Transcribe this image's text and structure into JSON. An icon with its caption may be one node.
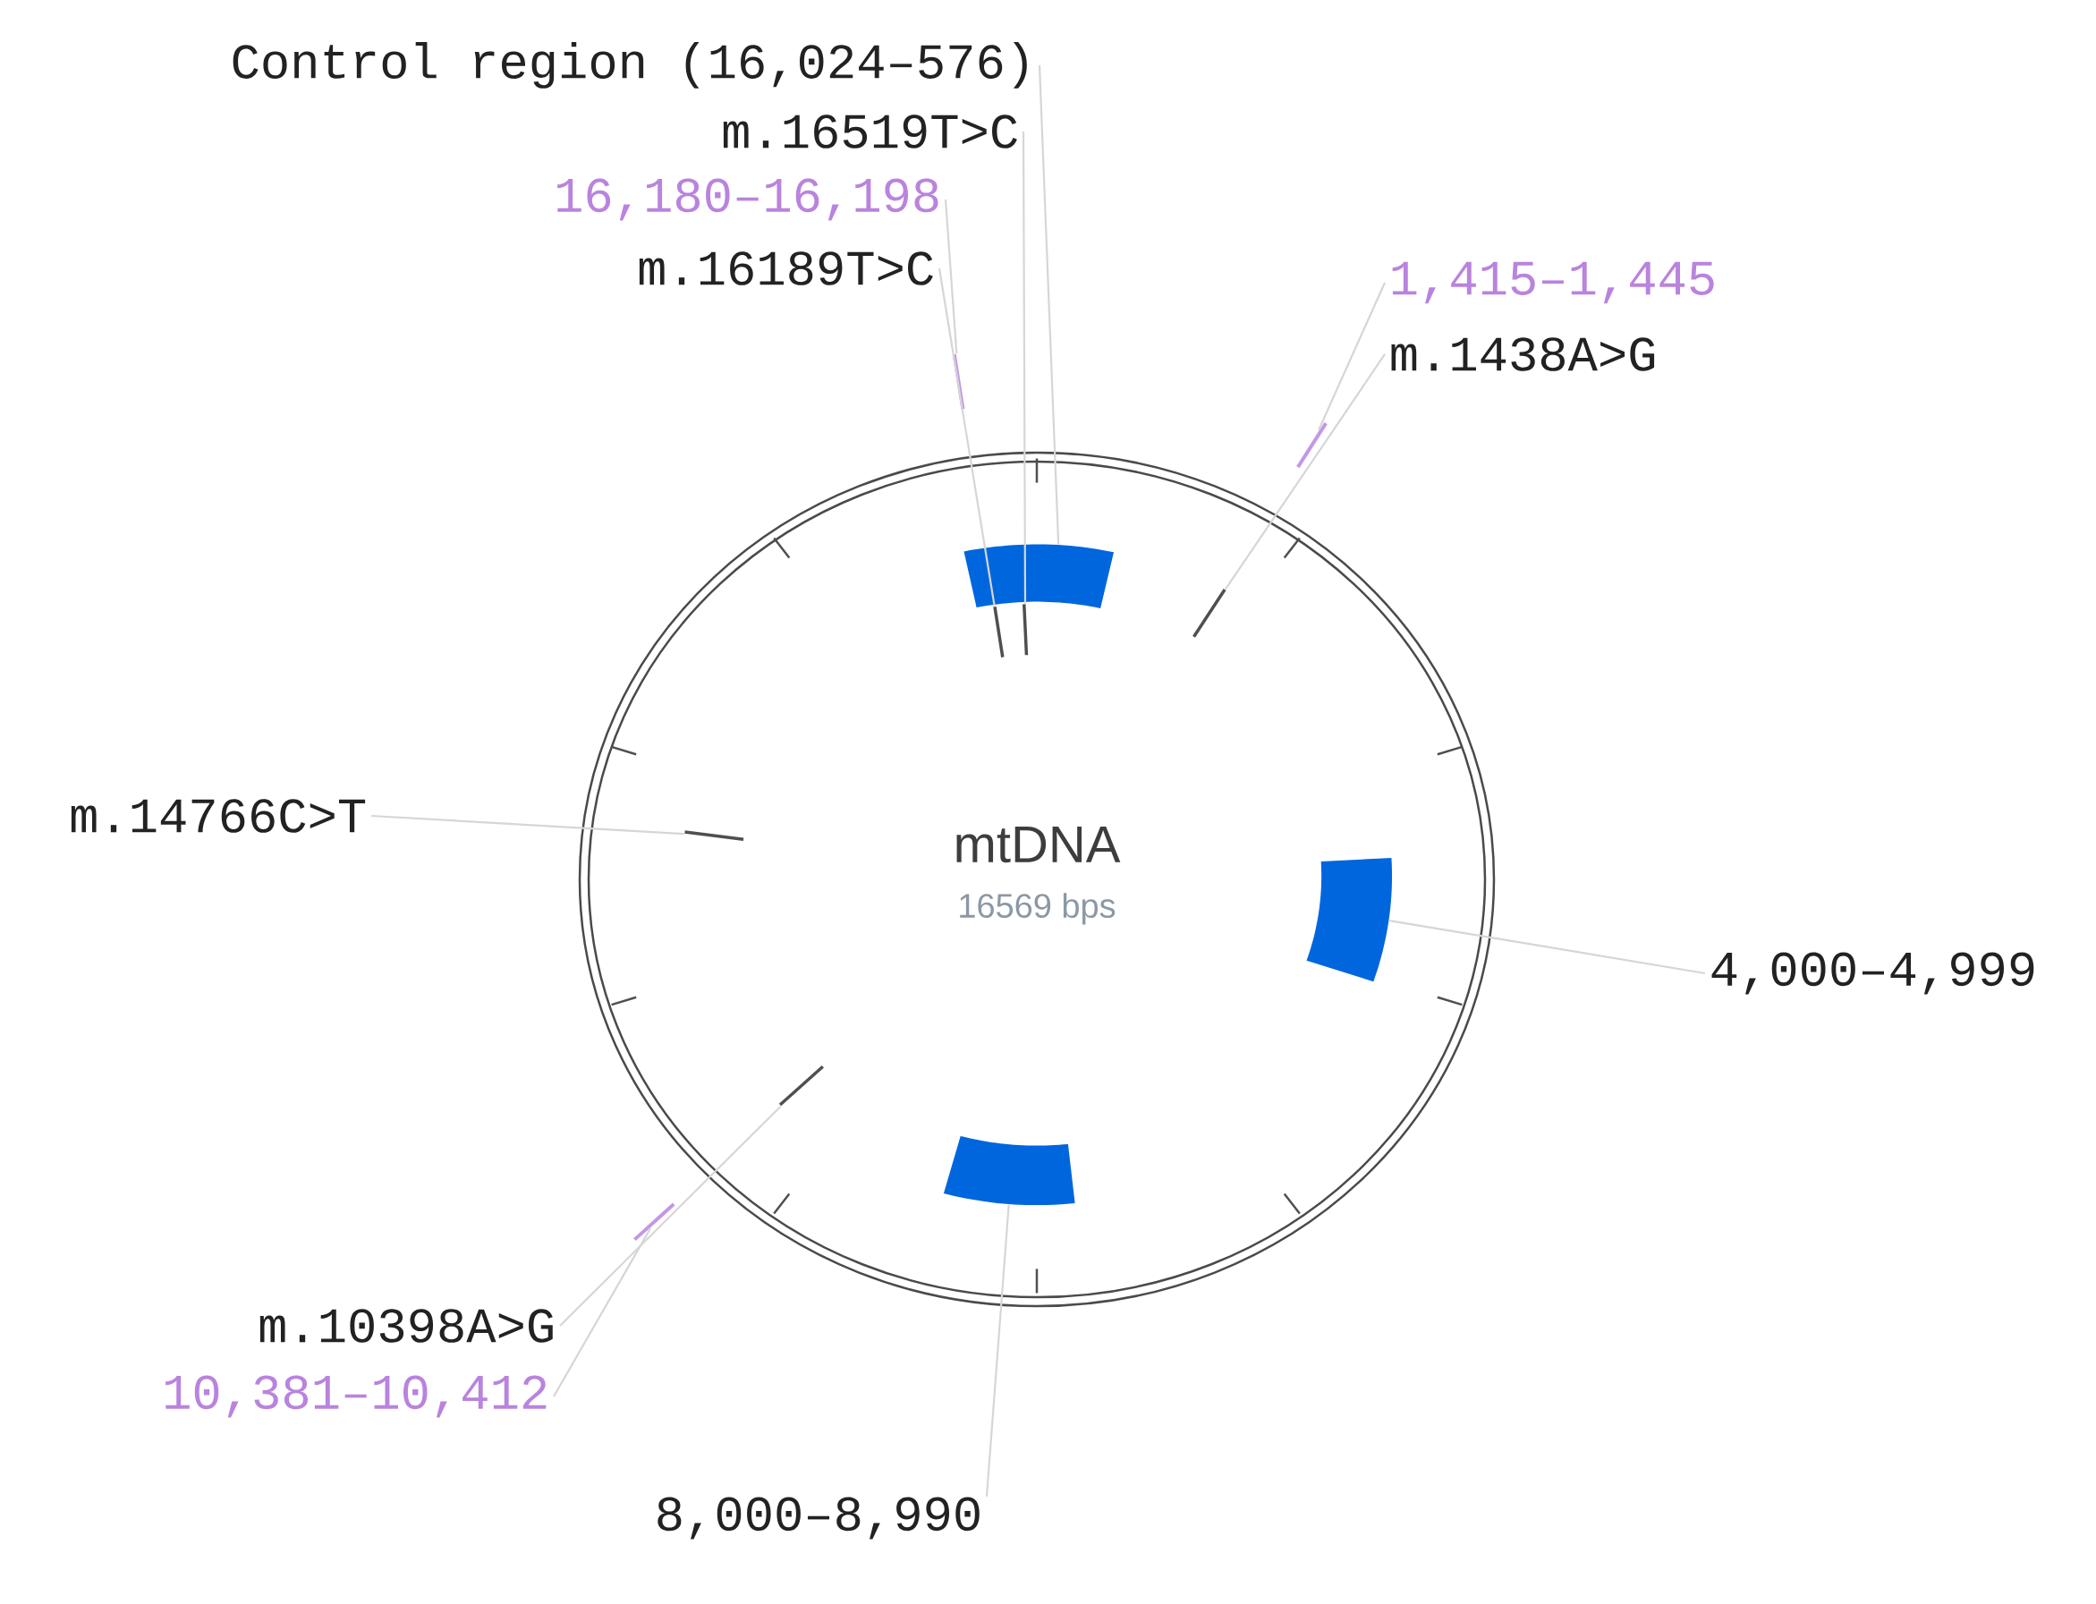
{
  "diagram": {
    "nodes": [
      {
        "text": [
          "mtDNA",
          "16569 bps"
        ]
      },
      {
        "text": [],
        "shape": "bar",
        "in": 0
      },
      {
        "text": [],
        "shape": "bar",
        "in": 0
      },
      {
        "text": [],
        "shape": "bar",
        "in": 0
      },
      {
        "text": [],
        "shape": "line",
        "in": 0
      },
      {
        "text": [],
        "shape": "line",
        "in": 0
      },
      {
        "text": [],
        "shape": "line",
        "in": 0
      },
      {
        "text": [],
        "shape": "line",
        "in": 0
      },
      {
        "text": [],
        "shape": "line",
        "in": 0
      },
      {
        "text": [],
        "shape": "line"
      },
      {
        "text": [],
        "shape": "line"
      },
      {
        "text": [],
        "shape": "line"
      },
      {
        "text": [
          "Control region (16,024–576)"
        ]
      },
      {
        "text": [
          "m.16519T>C"
        ]
      },
      {
        "text": [
          "16,180–16,198"
        ]
      },
      {
        "text": [
          "m.16189T>C"
        ]
      },
      {
        "text": [
          "1,415–1,445"
        ]
      },
      {
        "text": [
          "m.1438A>G"
        ]
      },
      {
        "text": [
          "m.14766C>T"
        ]
      },
      {
        "text": [
          "4,000–4,999"
        ]
      },
      {
        "text": [
          "m.10398A>G"
        ]
      },
      {
        "text": [
          "10,381–10,412"
        ]
      },
      {
        "text": [
          "8,000–8,990"
        ]
      }
    ],
    "edges": [
      {
        "from": 12,
        "to": 1,
        "arrow": "none"
      },
      {
        "from": 13,
        "to": 6,
        "arrow": "none"
      },
      {
        "from": 14,
        "to": 9,
        "arrow": "none"
      },
      {
        "from": 15,
        "to": 5,
        "arrow": "none"
      },
      {
        "from": 16,
        "to": 10,
        "arrow": "none"
      },
      {
        "from": 17,
        "to": 4,
        "arrow": "none"
      },
      {
        "from": 18,
        "to": 7,
        "arrow": "none"
      },
      {
        "from": 19,
        "to": 2,
        "arrow": "none"
      },
      {
        "from": 20,
        "to": 8,
        "arrow": "none"
      },
      {
        "from": 21,
        "to": 11,
        "arrow": "none"
      },
      {
        "from": 22,
        "to": 3,
        "arrow": "none"
      }
    ]
  }
}
